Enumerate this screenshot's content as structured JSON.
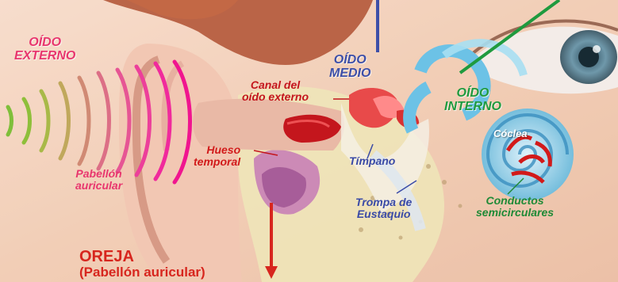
{
  "labels": {
    "oido_externo": [
      "OÍDO",
      "EXTERNO"
    ],
    "oido_medio": [
      "OÍDO",
      "MEDIO"
    ],
    "oido_interno": [
      "OÍDO",
      "INTERNO"
    ],
    "canal": [
      "Canal del",
      "oído externo"
    ],
    "hueso": [
      "Hueso",
      "temporal"
    ],
    "pabellon": [
      "Pabellón",
      "auricular"
    ],
    "timpano": "Tímpano",
    "trompa": [
      "Trompa de",
      "Eustaquio"
    ],
    "coclea": "Cóclea",
    "conductos": [
      "Conductos",
      "semicirculares"
    ],
    "oreja_title": "OREJA",
    "oreja_sub": "(Pabellón auricular)"
  },
  "colors": {
    "externo": "#e8366e",
    "medio": "#3d4fa8",
    "interno": "#1f9a3e",
    "hueso": "#d11a1a",
    "pabellon": "#e8366e",
    "timpano": "#3a4aa6",
    "conductos": "#1f8a36",
    "coclea": "#ffffff"
  },
  "icons": [
    "sound-wave-icon",
    "down-arrow-icon"
  ]
}
